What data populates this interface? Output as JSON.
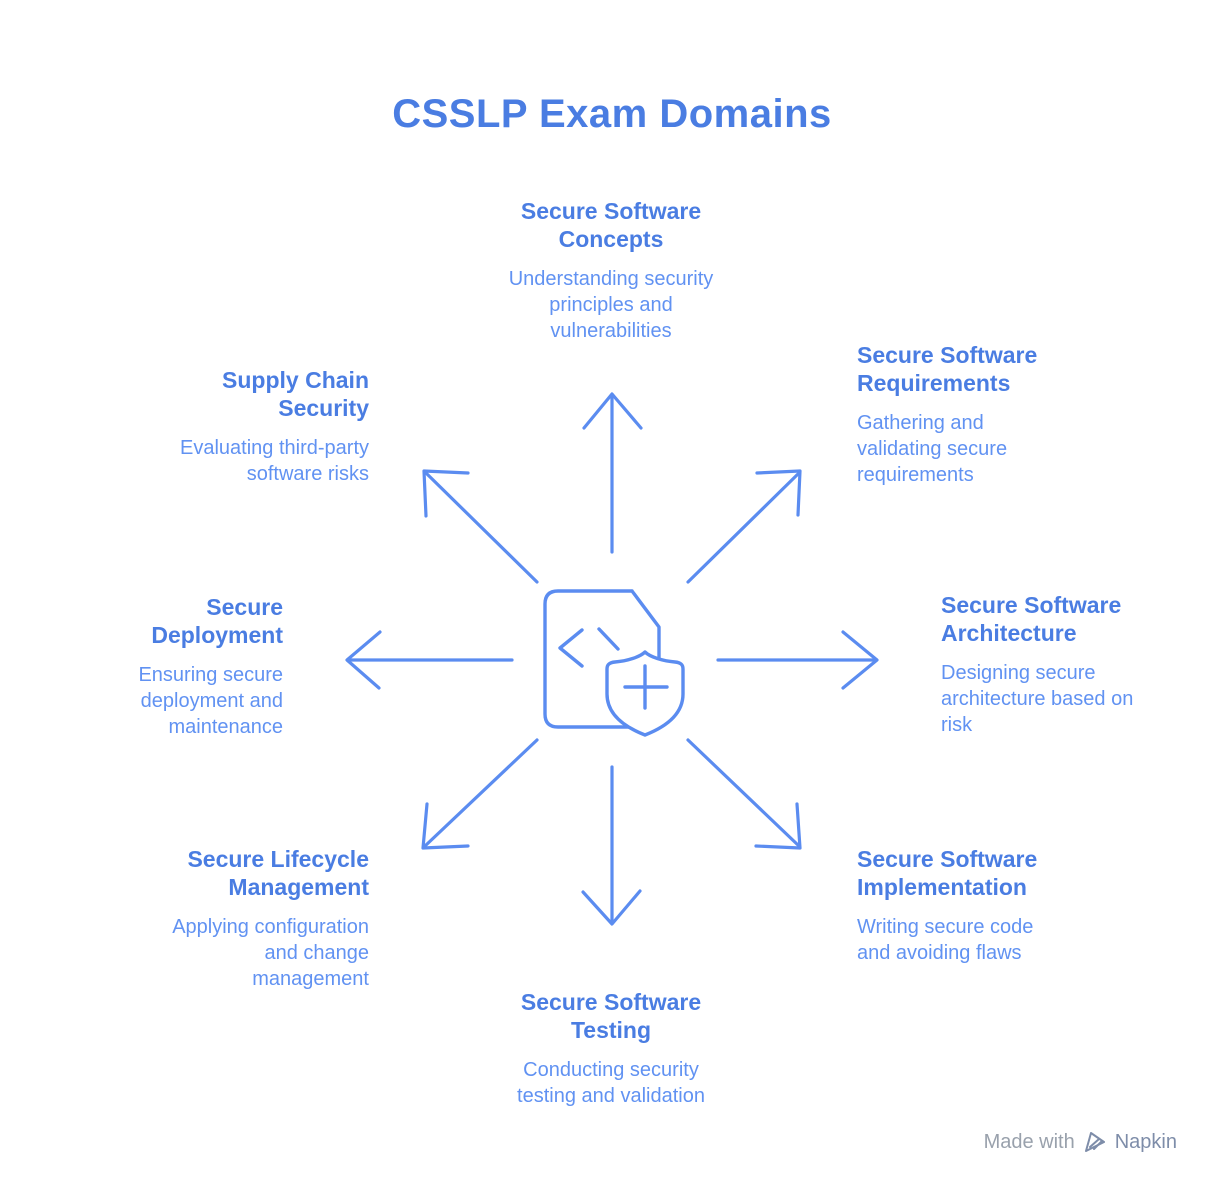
{
  "title": "CSSLP Exam Domains",
  "colors": {
    "heading": "#4a7de2",
    "description": "#6192f2",
    "arrow": "#5b8cf0",
    "watermark_text": "#99a1ac",
    "watermark_brand": "#7e8da9",
    "background": "#ffffff"
  },
  "center_icon": "code-document-shield-icon",
  "domains": [
    {
      "id": "concepts",
      "position": "top",
      "heading": "Secure Software Concepts",
      "heading_lines": [
        "Secure Software",
        "Concepts"
      ],
      "desc_lines": [
        "Understanding security",
        "principles and",
        "vulnerabilities"
      ]
    },
    {
      "id": "requirements",
      "position": "top-right",
      "heading": "Secure Software Requirements",
      "heading_lines": [
        "Secure Software",
        "Requirements"
      ],
      "desc_lines": [
        "Gathering and",
        "validating secure",
        "requirements"
      ]
    },
    {
      "id": "architecture",
      "position": "right",
      "heading": "Secure Software Architecture",
      "heading_lines": [
        "Secure Software",
        "Architecture"
      ],
      "desc_lines": [
        "Designing secure",
        "architecture based on",
        "risk"
      ]
    },
    {
      "id": "implementation",
      "position": "bottom-right",
      "heading": "Secure Software Implementation",
      "heading_lines": [
        "Secure Software",
        "Implementation"
      ],
      "desc_lines": [
        "Writing secure code",
        "and avoiding flaws"
      ]
    },
    {
      "id": "testing",
      "position": "bottom",
      "heading": "Secure Software Testing",
      "heading_lines": [
        "Secure Software",
        "Testing"
      ],
      "desc_lines": [
        "Conducting security",
        "testing and validation"
      ]
    },
    {
      "id": "lifecycle",
      "position": "bottom-left",
      "heading": "Secure Lifecycle Management",
      "heading_lines": [
        "Secure Lifecycle",
        "Management"
      ],
      "desc_lines": [
        "Applying configuration",
        "and change",
        "management"
      ]
    },
    {
      "id": "deployment",
      "position": "left",
      "heading": "Secure Deployment",
      "heading_lines": [
        "Secure",
        "Deployment"
      ],
      "desc_lines": [
        "Ensuring secure",
        "deployment and",
        "maintenance"
      ]
    },
    {
      "id": "supply-chain",
      "position": "top-left",
      "heading": "Supply Chain Security",
      "heading_lines": [
        "Supply Chain",
        "Security"
      ],
      "desc_lines": [
        "Evaluating third-party",
        "software risks"
      ]
    }
  ],
  "watermark": {
    "made_with": "Made with",
    "brand": "Napkin"
  }
}
